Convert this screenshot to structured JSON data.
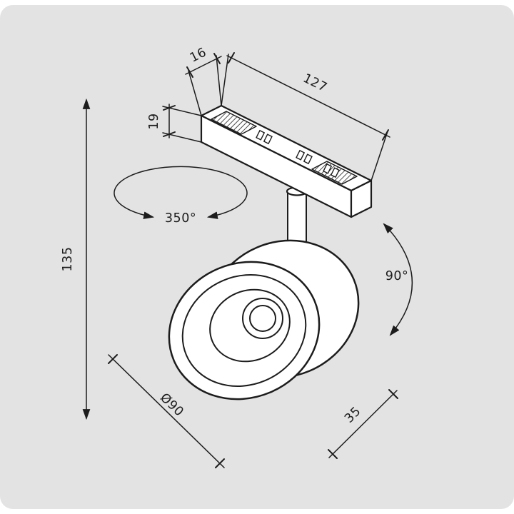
{
  "colors": {
    "canvas_background": "#e3e3e3",
    "card_background": "#ffffff",
    "ink": "#1c1c1c"
  },
  "diagram": {
    "labels": {
      "track_width": "16",
      "track_length": "127",
      "track_height": "19",
      "overall_height": "135",
      "rotation": "350°",
      "tilt": "90°",
      "head_diameter": "Ø90",
      "head_depth": "35"
    }
  }
}
